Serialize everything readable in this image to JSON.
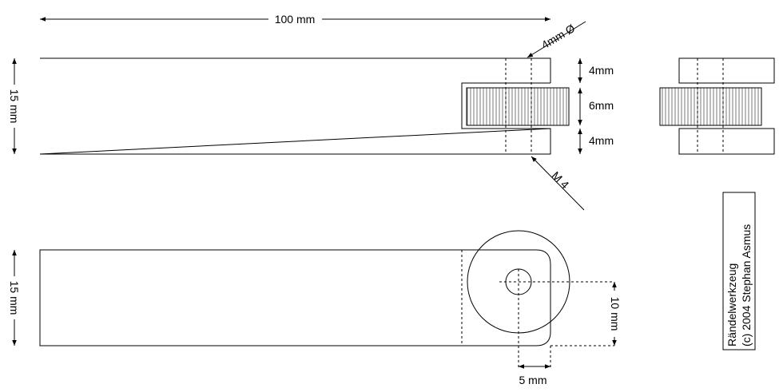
{
  "dimensions": {
    "length": "100 mm",
    "height_top": "15 mm",
    "height_bottom": "15 mm",
    "hole_diameter": "4mm Ø",
    "thread": "M 4",
    "layer_top": "4mm",
    "layer_middle": "6mm",
    "layer_bottom": "4mm",
    "offset_vertical": "10 mm",
    "offset_horizontal": "5 mm"
  },
  "label": {
    "line1": "Rändelwerkzeug",
    "line2": "(c) 2004 Stephan Asmus"
  }
}
